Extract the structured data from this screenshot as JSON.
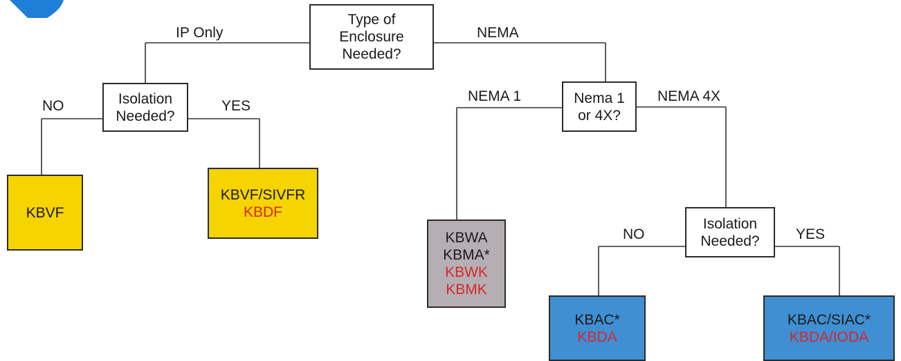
{
  "nodes": {
    "q_enclosure": {
      "line1": "Type of",
      "line2": "Enclosure",
      "line3": "Needed?"
    },
    "q_isolation_ip": {
      "line1": "Isolation",
      "line2": "Needed?"
    },
    "q_nema": {
      "line1": "Nema 1",
      "line2": "or 4X?"
    },
    "q_isolation_4x": {
      "line1": "Isolation",
      "line2": "Needed?"
    },
    "r_kbvf": {
      "line1": "KBVF"
    },
    "r_kbvf_sivfr": {
      "line1": "KBVF/SIVFR",
      "line2": "KBDF"
    },
    "r_nema1": {
      "line1": "KBWA",
      "line2": "KBMA*",
      "line3": "KBWK",
      "line4": "KBMK"
    },
    "r_kbac": {
      "line1": "KBAC*",
      "line2": "KBDA"
    },
    "r_kbac_siac": {
      "line1": "KBAC/SIAC*",
      "line2": "KBDA/IODA"
    }
  },
  "edges": {
    "ip_only": "IP Only",
    "nema": "NEMA",
    "no_ip": "NO",
    "yes_ip": "YES",
    "nema1": "NEMA 1",
    "nema4x": "NEMA 4X",
    "no_4x": "NO",
    "yes_4x": "YES"
  },
  "colors": {
    "product_yellow": "#f6d400",
    "product_gray": "#b5afb4",
    "product_blue": "#3f8fd2",
    "alt_model_text": "#d7262b",
    "logo_blue": "#1e7fd6"
  }
}
